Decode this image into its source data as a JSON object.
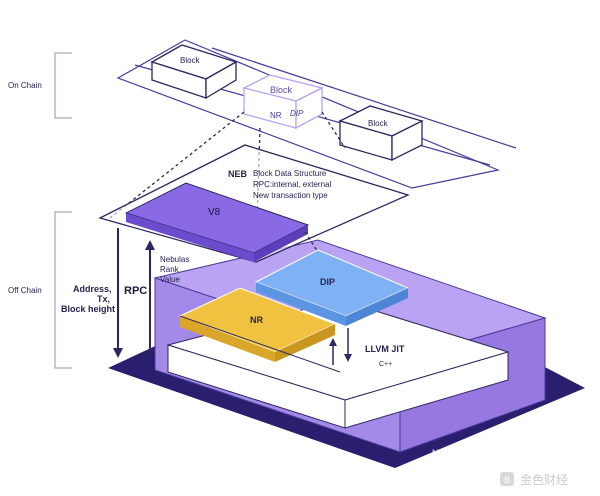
{
  "sections": {
    "on_chain": "On Chain",
    "off_chain": "Off Chain"
  },
  "blocks": {
    "block_left": "Block",
    "block_center": "Block",
    "block_right": "Block",
    "nr_tag": "NR",
    "dip_tag": "DIP"
  },
  "neb": {
    "title": "NEB",
    "line1": "Block Data Structure",
    "line2": "RPC:internal, external",
    "line3": "New transaction type",
    "v8": "V8"
  },
  "left_labels": {
    "address": "Address,",
    "tx": "Tx,",
    "block_height": "Block height",
    "rpc": "RPC",
    "nebulas": "Nebulas",
    "rank": "Rank",
    "value": "Value"
  },
  "nbre": {
    "title": "NBRE",
    "nr": "NR",
    "dip": "DIP",
    "llvm": "LLVM JIT",
    "cpp": "C++"
  },
  "watermark": "金色财经",
  "colors": {
    "dark_purple": "#2e2660",
    "purple": "#7a5ae0",
    "light_purple": "#b9a3f2",
    "lavender": "#a58ee8",
    "yellow": "#f0c23f",
    "blue": "#7fb2f5",
    "navy": "#2a1f6e"
  }
}
